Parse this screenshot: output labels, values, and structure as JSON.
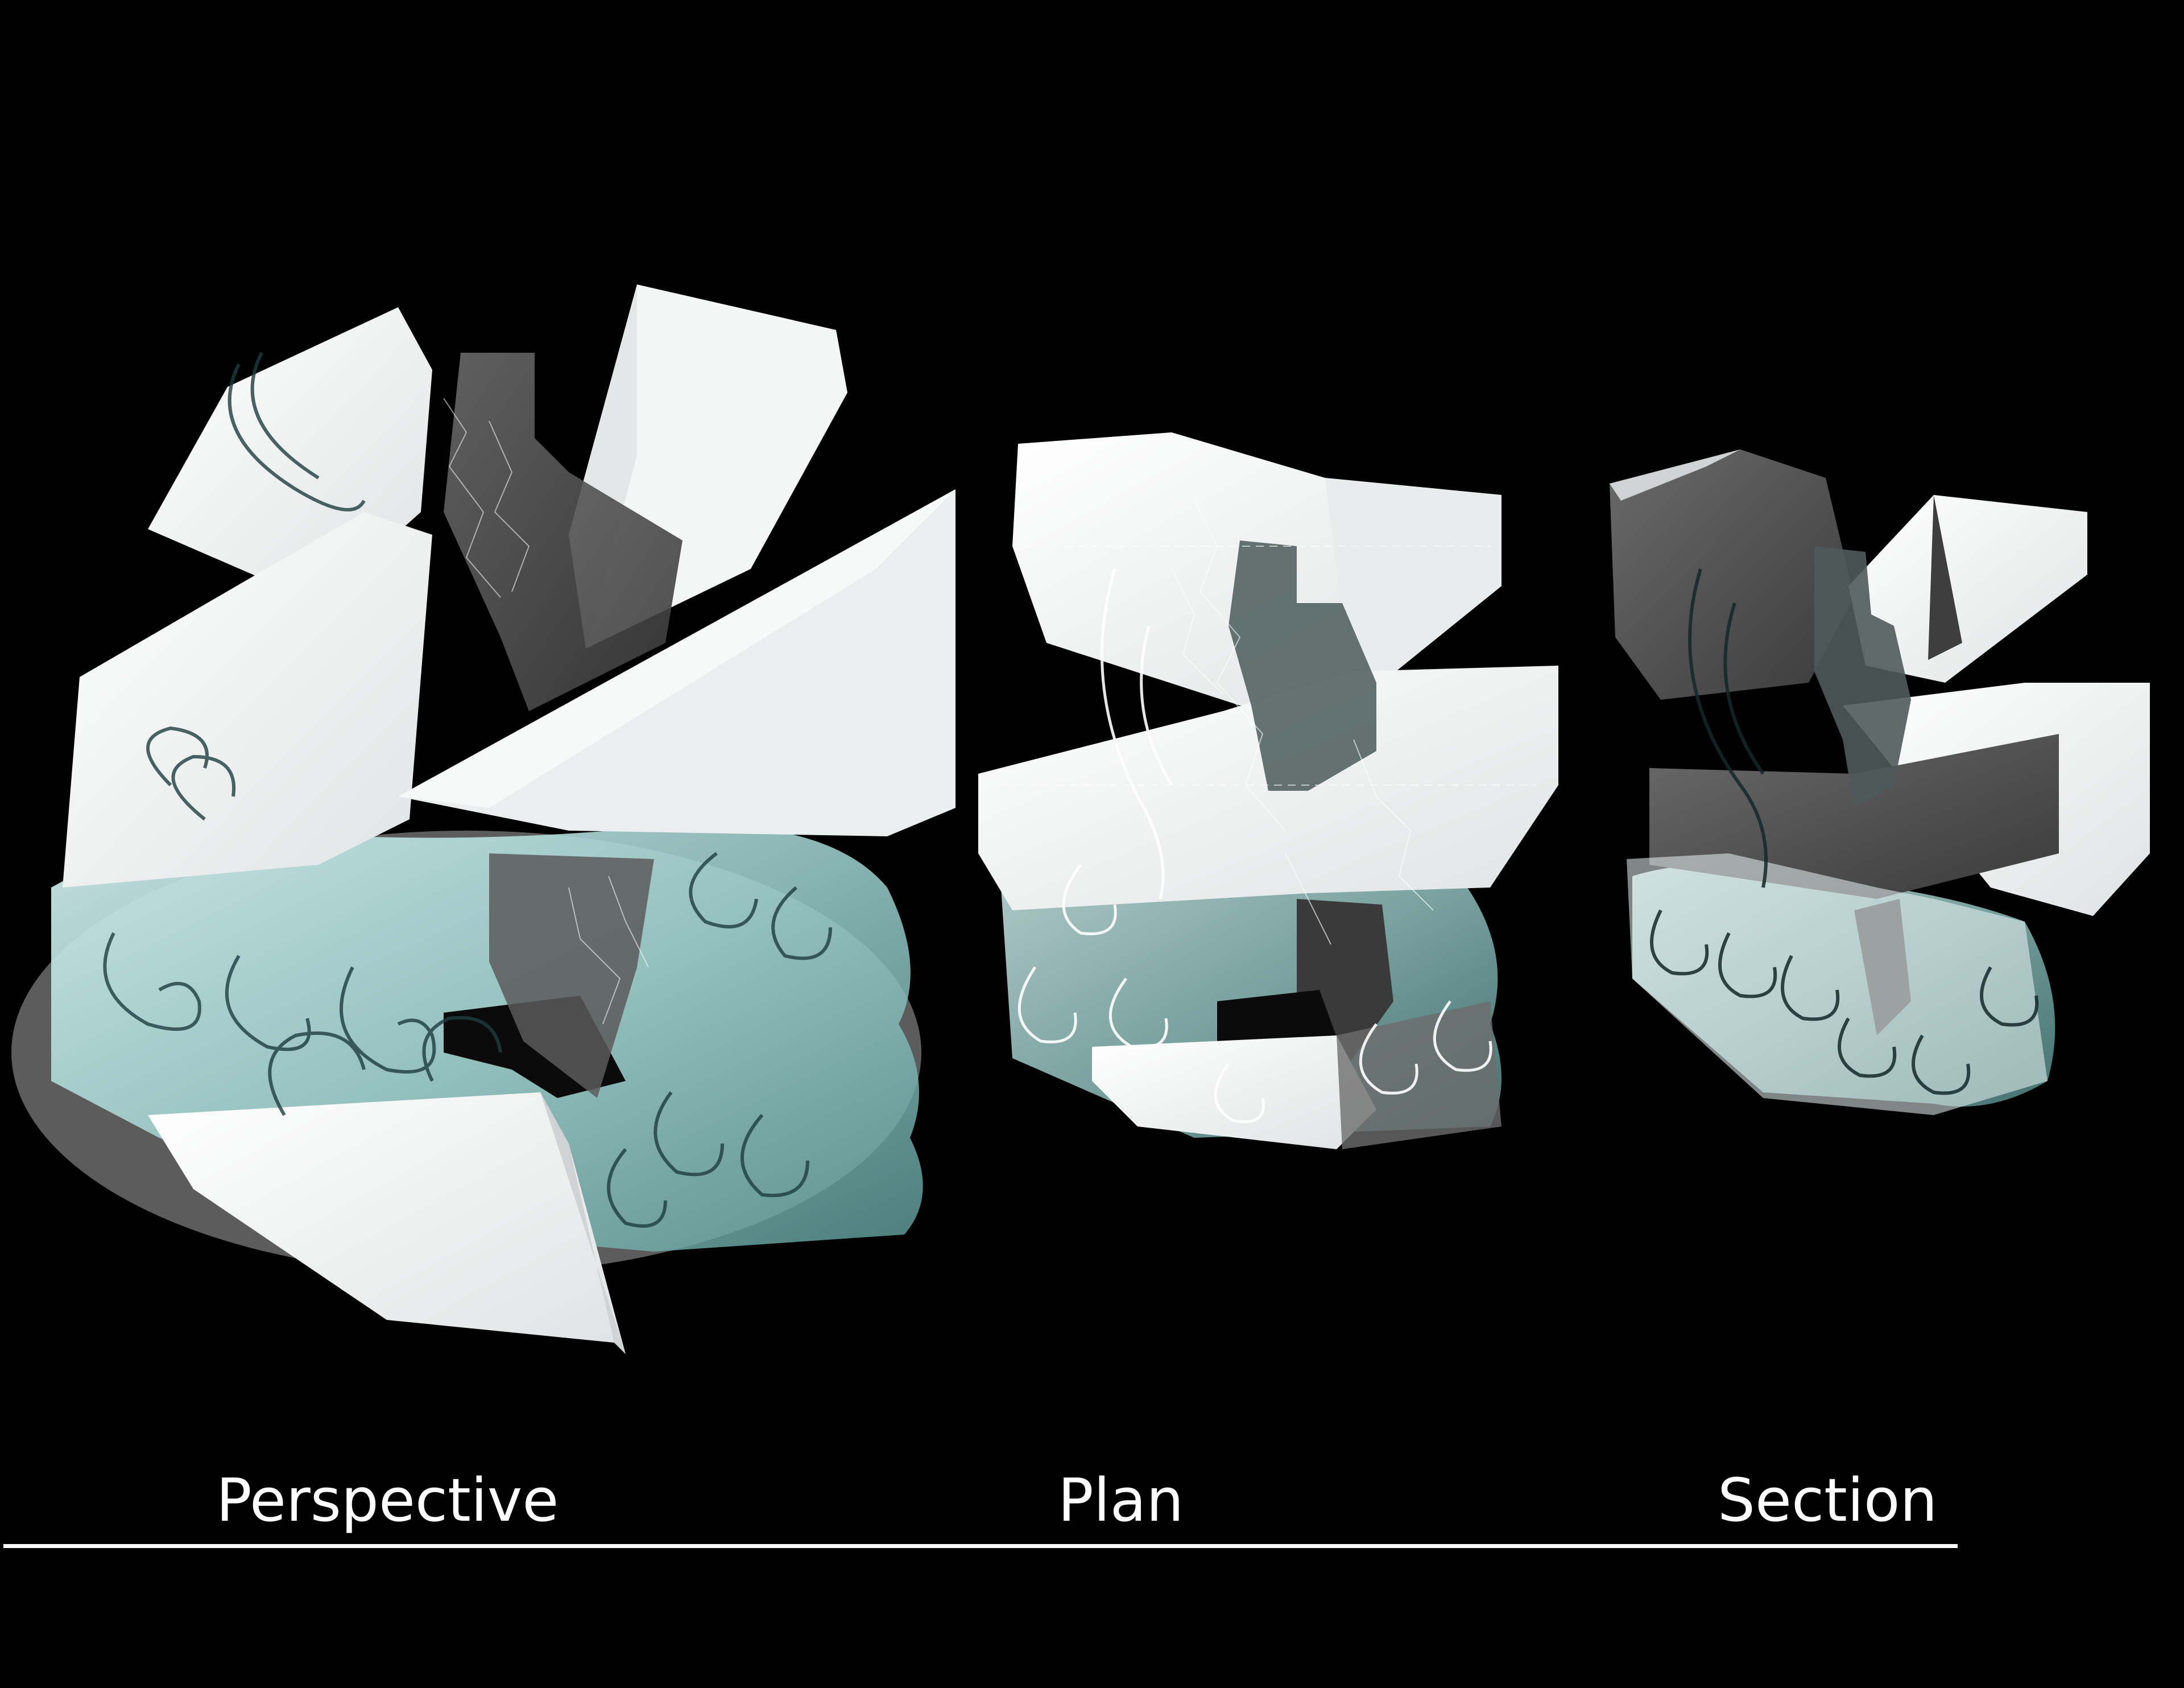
{
  "labels": {
    "perspective": "Perspective",
    "plan": "Plan",
    "section": "Section"
  },
  "colors": {
    "background": "#000000",
    "block_light": "#f2f4f4",
    "block_shade": "#d9dcdc",
    "block_dark": "#4d4d4d",
    "water": "#9fd3d0",
    "water_deep": "#5e9e9c",
    "swirl_stroke": "#1e3d40",
    "swirl_white": "#ffffff",
    "text": "#ffffff"
  },
  "icons": {
    "perspective_view": "exploded-blocks-with-water-swirls",
    "plan_view": "stacked-blocks-with-white-linework",
    "section_view": "dark-block-section-with-water-swirls"
  }
}
